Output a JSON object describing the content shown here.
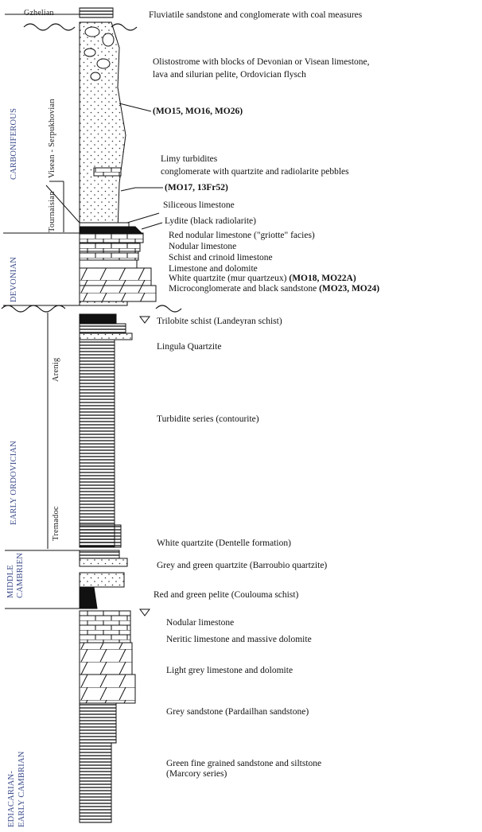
{
  "stages": {
    "gzhelian": "Gzhelian",
    "visean_serpukhovian": "Visean - Serpukhovian",
    "tournaisian": "Tournaisian",
    "arenig": "Arenig",
    "tremadoc": "Tremadoc"
  },
  "periods": {
    "carboniferous": "CARBONIFEROUS",
    "devonian": "DEVONIAN",
    "early_ordovician": "EARLY ORDOVICIAN",
    "middle_cambrian": [
      "MIDDLE",
      "CAMBRIEN"
    ],
    "ediacarian": [
      "EDIACARIAN-",
      "EARLY CAMBRIAN"
    ]
  },
  "descriptions": {
    "fluviatile": "Fluviatile sandstone and conglomerate with coal measures",
    "olistostrome": [
      "Olistostrome with blocks of Devonian or Visean limestone,",
      "lava and silurian pelite, Ordovician flysch"
    ],
    "samples_1": "(MO15, MO16, MO26)",
    "limy_turbidites": "Limy turbidites",
    "conglomerate_quartzite": "conglomerate with quartzite and radiolarite pebbles",
    "samples_2": "(MO17, 13Fr52)",
    "siliceous": "Siliceous limestone",
    "lydite": "Lydite (black radiolarite)",
    "red_nodular": "Red nodular limestone (\"griotte\" facies)",
    "nodular": "Nodular limestone",
    "schist_crinoid": "Schist and crinoid limestone",
    "limestone_dolomite": "Limestone and dolomite",
    "white_quartzite_mur": "White quartzite (mur quartzeux)",
    "samples_3": "(MO18, MO22A)",
    "microconglomerate": "Microconglomerate and black sandstone",
    "samples_4": "(MO23, MO24)",
    "trilobite": "Trilobite schist (Landeyran schist)",
    "lingula": "Lingula Quartzite",
    "turbidite": "Turbidite series (contourite)",
    "white_quartzite_dentelle": "White quartzite (Dentelle formation)",
    "grey_green_quartzite": "Grey and green quartzite (Barroubio quartzite)",
    "red_green_pelite": "Red and green pelite (Coulouma schist)",
    "nodular_2": "Nodular limestone",
    "neritic": "Neritic limestone and massive dolomite",
    "light_grey": "Light grey limestone and dolomite",
    "grey_sandstone": "Grey sandstone (Pardailhan sandstone)",
    "green_fine": [
      "Green fine grained sandstone and siltstone",
      "(Marcory series)"
    ]
  }
}
